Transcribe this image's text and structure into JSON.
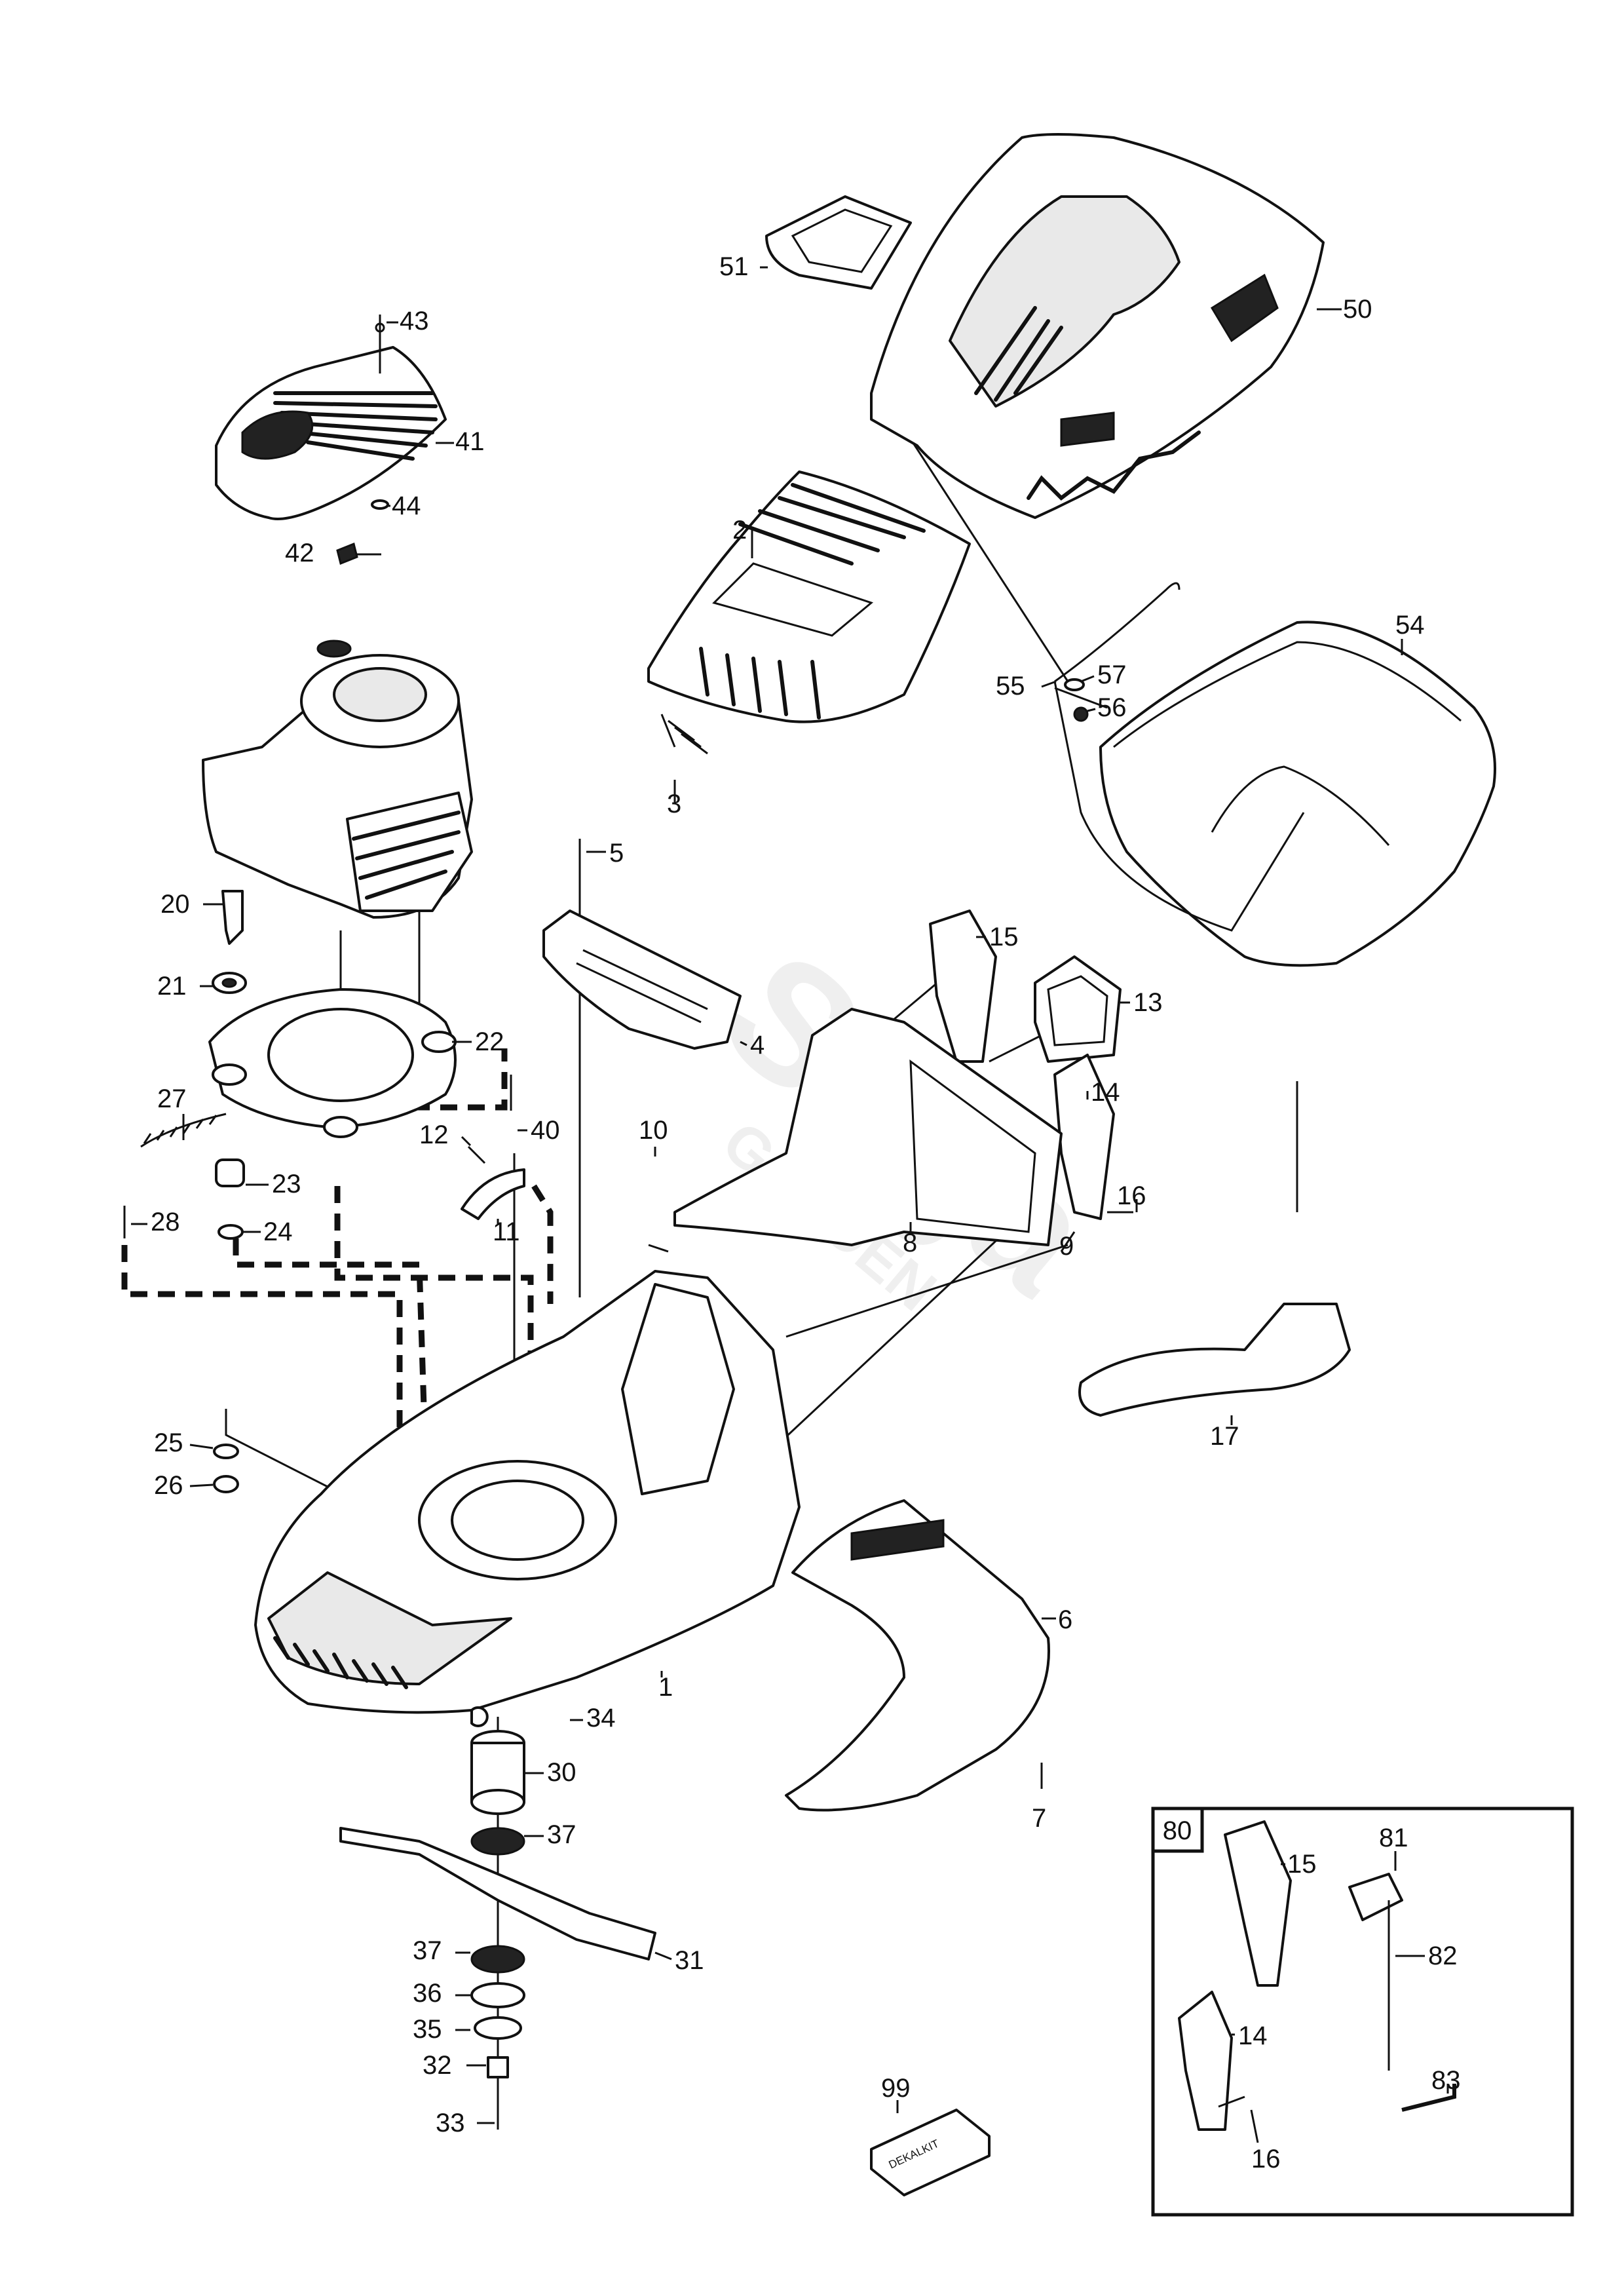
{
  "inset": {
    "number": "80"
  },
  "watermark": {
    "brand": "Stiga",
    "sub": "GARDEN"
  },
  "kit_box_text": "DEKALKIT",
  "callouts": [
    {
      "id": "c43",
      "text": "43"
    },
    {
      "id": "c41",
      "text": "41"
    },
    {
      "id": "c44",
      "text": "44"
    },
    {
      "id": "c42",
      "text": "42"
    },
    {
      "id": "c51",
      "text": "51"
    },
    {
      "id": "c50",
      "text": "50"
    },
    {
      "id": "c2",
      "text": "2"
    },
    {
      "id": "c3",
      "text": "3"
    },
    {
      "id": "c54",
      "text": "54"
    },
    {
      "id": "c55",
      "text": "55"
    },
    {
      "id": "c57",
      "text": "57"
    },
    {
      "id": "c56",
      "text": "56"
    },
    {
      "id": "c5",
      "text": "5"
    },
    {
      "id": "c20",
      "text": "20"
    },
    {
      "id": "c21",
      "text": "21"
    },
    {
      "id": "c22",
      "text": "22"
    },
    {
      "id": "c27",
      "text": "27"
    },
    {
      "id": "c40",
      "text": "40"
    },
    {
      "id": "c12",
      "text": "12"
    },
    {
      "id": "c23",
      "text": "23"
    },
    {
      "id": "c11",
      "text": "11"
    },
    {
      "id": "c28",
      "text": "28"
    },
    {
      "id": "c24",
      "text": "24"
    },
    {
      "id": "c4",
      "text": "4"
    },
    {
      "id": "c15",
      "text": "15"
    },
    {
      "id": "c13",
      "text": "13"
    },
    {
      "id": "c14",
      "text": "14"
    },
    {
      "id": "c10",
      "text": "10"
    },
    {
      "id": "c16",
      "text": "16"
    },
    {
      "id": "c8",
      "text": "8"
    },
    {
      "id": "c9",
      "text": "9"
    },
    {
      "id": "c17",
      "text": "17"
    },
    {
      "id": "c25",
      "text": "25"
    },
    {
      "id": "c26",
      "text": "26"
    },
    {
      "id": "c6",
      "text": "6"
    },
    {
      "id": "c1",
      "text": "1"
    },
    {
      "id": "c34",
      "text": "34"
    },
    {
      "id": "c30",
      "text": "30"
    },
    {
      "id": "c7",
      "text": "7"
    },
    {
      "id": "c37a",
      "text": "37"
    },
    {
      "id": "c37b",
      "text": "37"
    },
    {
      "id": "c31",
      "text": "31"
    },
    {
      "id": "c36",
      "text": "36"
    },
    {
      "id": "c35",
      "text": "35"
    },
    {
      "id": "c32",
      "text": "32"
    },
    {
      "id": "c33",
      "text": "33"
    },
    {
      "id": "c99",
      "text": "99"
    },
    {
      "id": "c15i",
      "text": "15"
    },
    {
      "id": "c81",
      "text": "81"
    },
    {
      "id": "c82",
      "text": "82"
    },
    {
      "id": "c14i",
      "text": "14"
    },
    {
      "id": "c16i",
      "text": "16"
    },
    {
      "id": "c83",
      "text": "83"
    }
  ]
}
